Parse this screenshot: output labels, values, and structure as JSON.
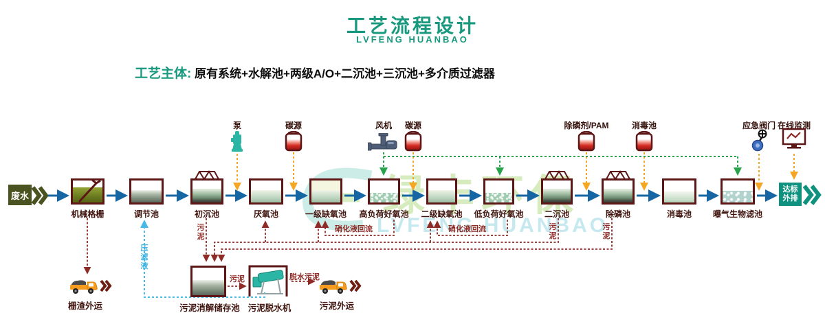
{
  "header": {
    "title": "工艺流程设计",
    "subtitle": "LVFENG HUANBAO"
  },
  "subject": {
    "label": "工艺主体:",
    "text": " 原有系统+水解池+两级A/O+二沉池+三沉池+多介质过滤器"
  },
  "watermark": {
    "cn": "绿丰环保",
    "en": "LVFENG HUANBAO"
  },
  "flow": {
    "start": "废水",
    "end_line1": "达标",
    "end_line2": "外排"
  },
  "tanks": [
    {
      "name": "机械格栅"
    },
    {
      "name": "调节池"
    },
    {
      "name": "初沉池"
    },
    {
      "name": "厌氧池"
    },
    {
      "name": "一级缺氧池"
    },
    {
      "name": "高负荷好氧池"
    },
    {
      "name": "二级缺氧池"
    },
    {
      "name": "低负荷好氧池"
    },
    {
      "name": "二沉池"
    },
    {
      "name": "除磷池"
    },
    {
      "name": "消毒池"
    },
    {
      "name": "曝气生物滤池"
    }
  ],
  "top_items": [
    {
      "label": "泵",
      "icon": "pump"
    },
    {
      "label": "碳源",
      "icon": "jar"
    },
    {
      "label": "风机",
      "icon": "blower"
    },
    {
      "label": "碳源",
      "icon": "jar"
    },
    {
      "label": "除磷剂/PAM",
      "icon": "jar"
    },
    {
      "label": "消毒池",
      "icon": "jar"
    },
    {
      "label": "应急阀门",
      "icon": "valve"
    },
    {
      "label": "在线监测",
      "icon": "monitor"
    }
  ],
  "lines": {
    "sludge": "污泥",
    "nitrate_return": "硝化液回流",
    "filtrate": "压滤液",
    "dewatered": "脱水污泥"
  },
  "bottom": {
    "screenings_out": "栅渣外运",
    "storage_tank": "污泥消解储存池",
    "dewater_machine": "污泥脱水机",
    "sludge_out": "污泥外运"
  },
  "colors": {
    "brand_teal": "#18997e",
    "tank_border": "#5c1616",
    "flow_blue": "#1566a3",
    "dosing_orange": "#f5a623",
    "air_green": "#27a44b",
    "sludge_maroon": "#8f2b26",
    "filtrate_cyan": "#45bae8",
    "wastewater_olive": "#4a5220",
    "outfall_teal": "#0f9180"
  }
}
